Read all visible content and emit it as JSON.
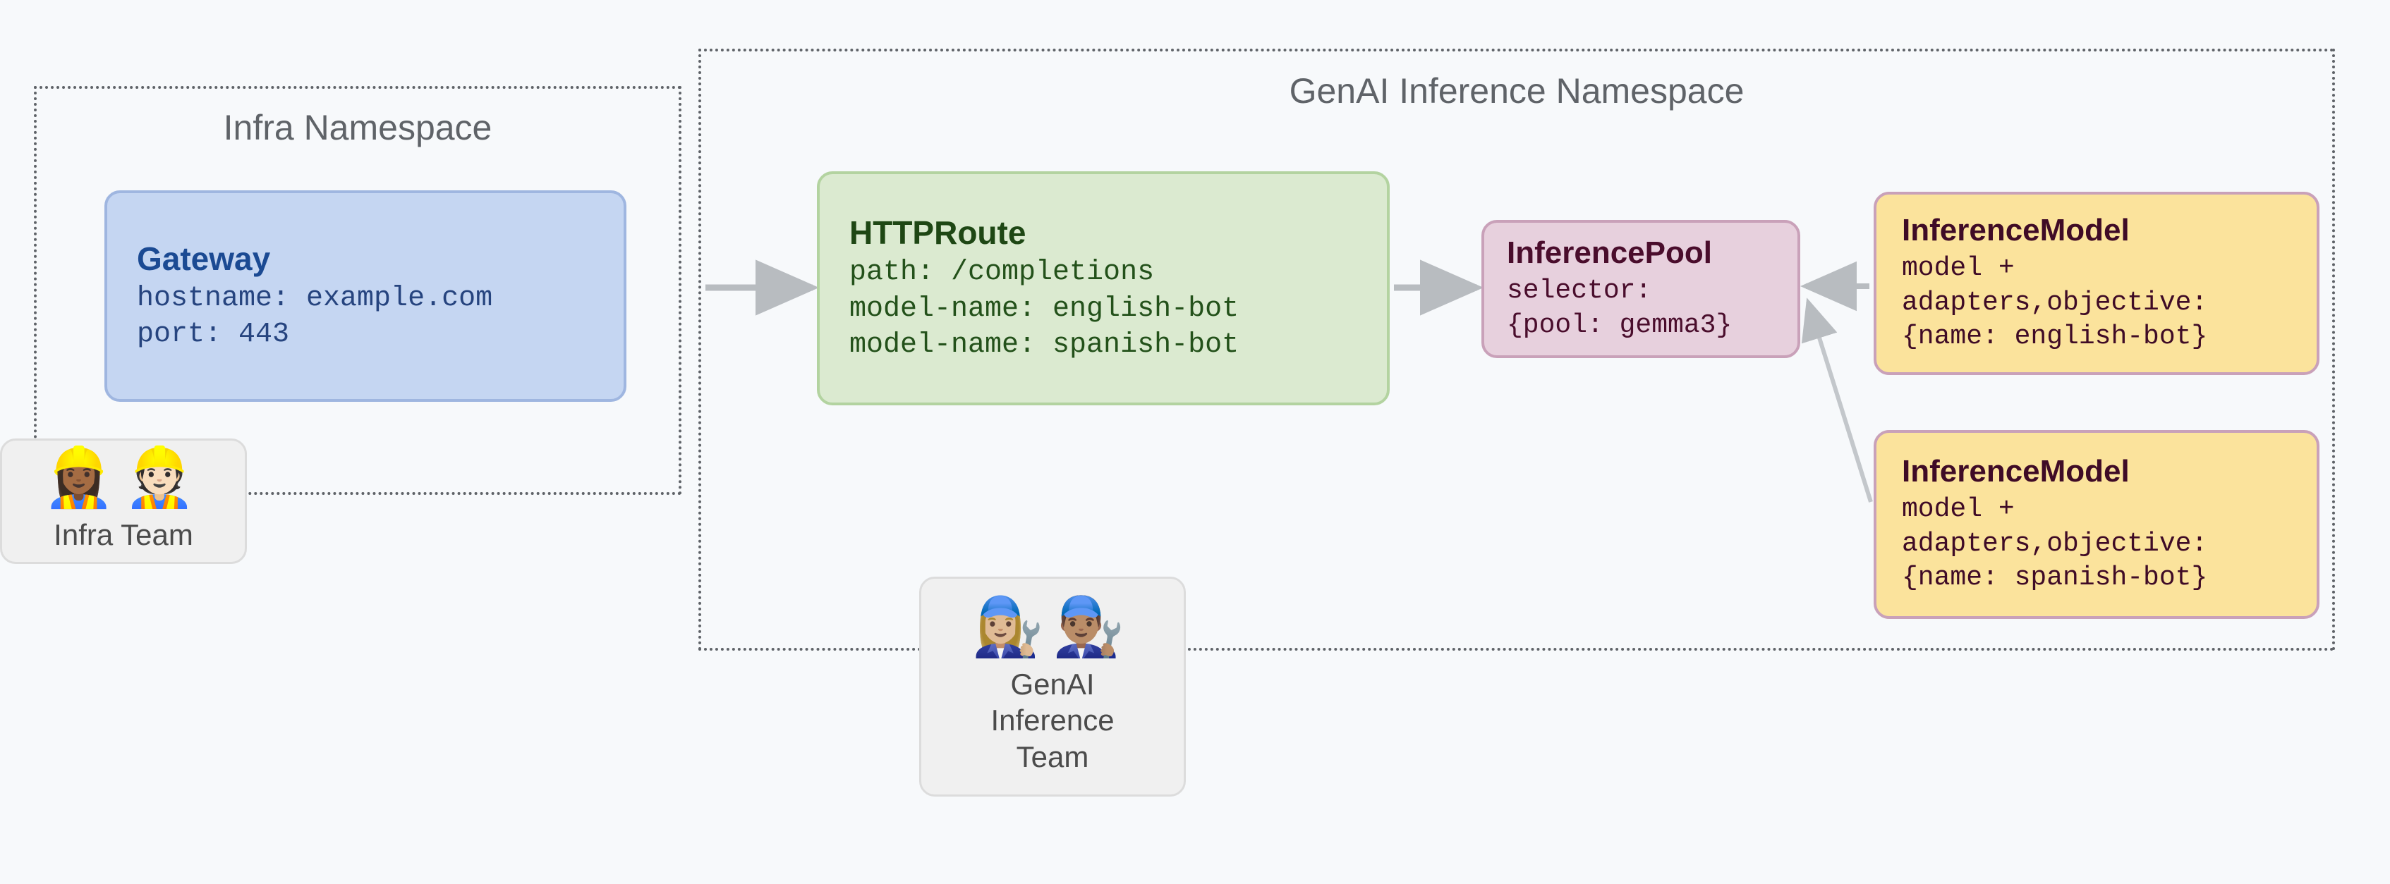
{
  "namespaces": [
    {
      "id": "infra",
      "title": "Infra Namespace"
    },
    {
      "id": "genai",
      "title": "GenAI Inference Namespace"
    }
  ],
  "cards": {
    "gateway": {
      "title": "Gateway",
      "lines": "hostname: example.com\nport: 443",
      "bg_color": "#c5d6f2",
      "border_color": "#9fb6e0",
      "text_color": "#1b4a93"
    },
    "httproute": {
      "title": "HTTPRoute",
      "lines": "path: /completions\nmodel-name: english-bot\nmodel-name: spanish-bot",
      "bg_color": "#dbead0",
      "border_color": "#b3d3a0",
      "text_color": "#1e4714"
    },
    "inferencepool": {
      "title": "InferencePool",
      "lines": "selector:\n{pool: gemma3}",
      "bg_color": "#e7d0dd",
      "border_color": "#c9a1b9",
      "text_color": "#4a0d2c"
    },
    "inferencemodel_english": {
      "title": "InferenceModel",
      "lines": "model +\nadapters,objective:\n{name: english-bot}",
      "bg_color": "#fbe39c",
      "border_color": "#c9a1b9",
      "text_color": "#3f0b26"
    },
    "inferencemodel_spanish": {
      "title": "InferenceModel",
      "lines": "model +\nadapters,objective:\n{name: spanish-bot}",
      "bg_color": "#fbe39c",
      "border_color": "#c9a1b9",
      "text_color": "#3f0b26"
    }
  },
  "teams": {
    "infra": {
      "label": "Infra Team",
      "emoji": "👷🏾‍♀️👷🏻",
      "icons": [
        "woman-construction-worker-icon",
        "man-construction-worker-icon"
      ]
    },
    "genai": {
      "label": "GenAI\nInference\nTeam",
      "emoji": "👩🏼‍🔧👨🏽‍🔧",
      "icons": [
        "woman-mechanic-icon",
        "man-mechanic-icon"
      ]
    }
  },
  "edges": [
    {
      "from": "gateway",
      "to": "httproute",
      "style": "solid-arrow"
    },
    {
      "from": "httproute",
      "to": "inferencepool",
      "style": "solid-arrow"
    },
    {
      "from": "inferencemodel_english",
      "to": "inferencepool",
      "style": "solid-arrow"
    },
    {
      "from": "inferencemodel_spanish",
      "to": "inferencepool",
      "style": "solid-arrow"
    }
  ],
  "colors": {
    "background": "#f7f9fb",
    "namespace_border": "#5f6368",
    "namespace_title": "#5f6368",
    "edge": "#b8bcc0",
    "team_bg": "#f0f0f0",
    "team_border": "#dcdcdc",
    "team_text": "#4b4b4b"
  }
}
